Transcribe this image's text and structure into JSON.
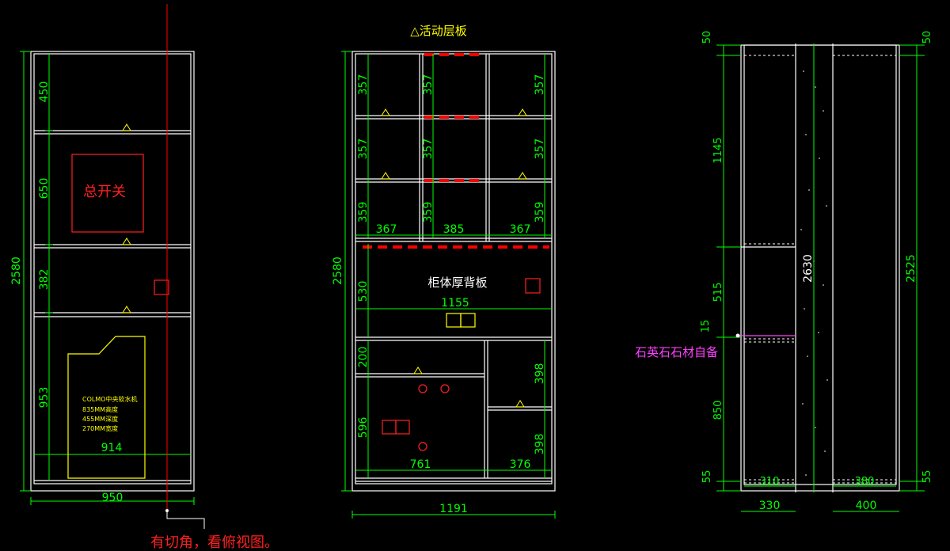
{
  "colors": {
    "background": "#000000",
    "frame": "#ffffff",
    "dimension": "#00ff00",
    "annotation_red": "#ff2020",
    "marker_yellow": "#ffff00",
    "label_white": "#ffffff",
    "magenta": "#ff40ff",
    "red_shelf": "#ff0000",
    "section_line": "#ff0000"
  },
  "left_view": {
    "overall_height": "2580",
    "overall_width": "950",
    "inner_width": "914",
    "rows": [
      "450",
      "650",
      "382",
      "953"
    ],
    "switch_label": "总开关",
    "appliance_label": [
      "COLMO中央软水机",
      "835MM高度",
      "455MM深度",
      "270MM宽度"
    ]
  },
  "middle_view": {
    "title": "△活动层板",
    "overall_height": "2580",
    "overall_width": "1191",
    "left_col": [
      "357",
      "357",
      "359"
    ],
    "mid_col": [
      "357",
      "357",
      "359"
    ],
    "right_col": [
      "357",
      "357",
      "359"
    ],
    "col_widths": [
      "367",
      "385",
      "367"
    ],
    "mid_height": "530",
    "back_panel_label": "柜体厚背板",
    "mid_width": "1155",
    "lower_left": [
      "200",
      "596"
    ],
    "lower_right": [
      "398",
      "398"
    ],
    "lower_widths": [
      "761",
      "376"
    ]
  },
  "right_view": {
    "left_dims": [
      "50",
      "1145",
      "515",
      "15",
      "850",
      "55"
    ],
    "right_dims": [
      "50",
      "2525",
      "55"
    ],
    "column_height": "2630",
    "bottom_inner": [
      "310",
      "380"
    ],
    "bottom_outer": [
      "330",
      "400"
    ],
    "stone_note": "石英石石材自备"
  },
  "section_note": "有切角，看俯视图。"
}
